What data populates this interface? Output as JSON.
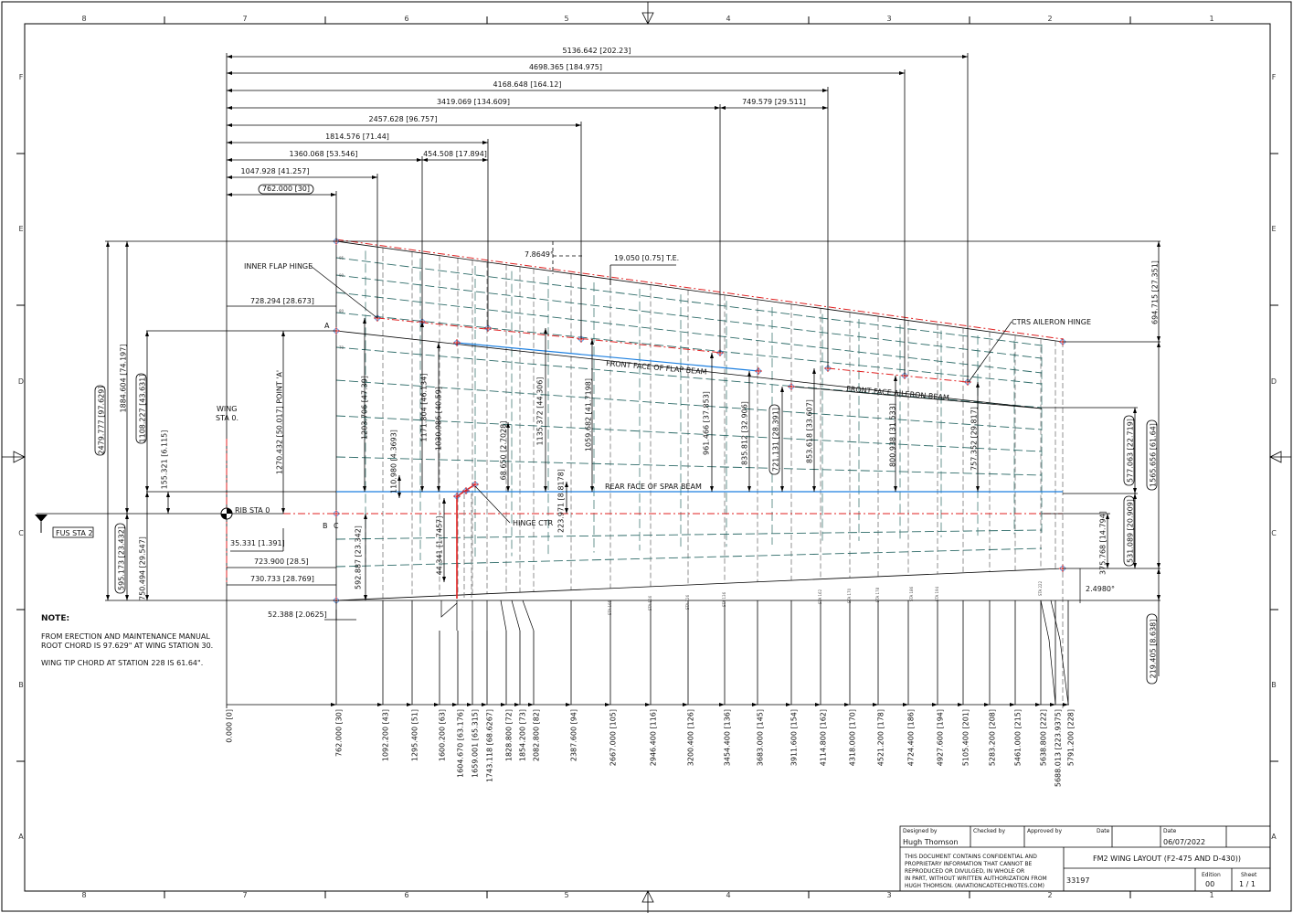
{
  "zones": {
    "columns": [
      "8",
      "7",
      "6",
      "5",
      "4",
      "3",
      "2",
      "1"
    ],
    "rows": [
      "F",
      "E",
      "D",
      "C",
      "B",
      "A"
    ]
  },
  "top_dimensions": [
    "5136.642 [202.23]",
    "4698.365 [184.975]",
    "4168.648 [164.12]",
    "3419.069 [134.609]",
    "749.579 [29.511]",
    "2457.628 [96.757]",
    "1814.576 [71.44]",
    "1360.068 [53.546]",
    "454.508 [17.894]",
    "1047.928 [41.257]",
    "762.000 [30]"
  ],
  "station_dimensions": [
    "0.000 [0]",
    "762.000 [30]",
    "1092.200 [43]",
    "1295.400 [51]",
    "1600.200 [63]",
    "1604.670 [63.176]",
    "1659.001 [65.315]",
    "1743.118 [68.6267]",
    "1828.800 [72]",
    "1854.200 [73]",
    "2082.800 [82]",
    "2387.600 [94]",
    "2667.000 [105]",
    "2946.400 [116]",
    "3200.400 [126]",
    "3454.400 [136]",
    "3683.000 [145]",
    "3911.600 [154]",
    "4114.800 [162]",
    "4318.000 [170]",
    "4521.200 [178]",
    "4724.400 [186]",
    "4927.600 [194]",
    "5105.400 [201]",
    "5283.200 [208]",
    "5461.000 [215]",
    "5638.800 [222]",
    "5688.013 [223.9375]",
    "5791.200 [228]"
  ],
  "vertical_dimensions": [
    "2479.777 [97.629]",
    "1884.604 [74.197]",
    "1108.227 [43.631]",
    "155.321 [6.115]",
    "595.173 [23.432]",
    "750.494 [29.547]",
    "1270.432 [50.017] POINT 'A'",
    "592.887 [23.342]",
    "1203.706 [47.39]",
    "110.980 [4.3693]",
    "1171.804 [46.134]",
    "1030.986 [40.59]",
    "44.341 [1.7457]",
    "68.650 [2.7028]",
    "1135.372 [44.306]",
    "223.971 [8.8178]",
    "1059.682 [41.7198]",
    "961.466 [37.853]",
    "835.812 [32.906]",
    "721.131 [28.391]",
    "853.618 [33.607]",
    "800.938 [31.533]",
    "757.352 [29.817]",
    "694.715 [27.351]",
    "1565.656 [61.64]",
    "219.405 [8.638]",
    "577.063 [22.719]",
    "531.089 [20.909]",
    "375.768 [14.794]"
  ],
  "annotations": {
    "inner_flap_hinge": "INNER FLAP HINGE",
    "front_face_flap_beam": "FRONT FACE OF FLAP BEAM",
    "front_face_aileron_beam": "FRONT FACE   AILERON BEAM",
    "rear_face_spar_beam": "REAR FACE OF SPAR BEAM",
    "hinge_ctr": "HINGE CTR",
    "ctrs_aileron_hinge": "CTRS AILERON HINGE",
    "le_angle": "7.8649°",
    "te_dim": "19.050 [0.75] T.E.",
    "dim_728": "728.294 [28.673]",
    "wing_sta_line1": "WING",
    "wing_sta_line2": "STA 0.",
    "rib_sta_0": "RIB STA 0",
    "fus_sta_2": "FUS STA 2",
    "dim_35": "35.331 [1.391]",
    "dim_723": "723.900 [28.5]",
    "dim_730": "730.733 [28.769]",
    "dim_52": "52.388 [2.0625]",
    "tip_angle": "2.4980°",
    "point_a": "A",
    "point_b": "B",
    "point_c": "C"
  },
  "chord_labels": [
    "95",
    "90",
    "80",
    "70"
  ],
  "station_tags": [
    "STA 105",
    "STA 116",
    "STA 126",
    "STA 136",
    "STA 162",
    "STA 170",
    "STA 178",
    "STA 186",
    "STA 194",
    "STA 222"
  ],
  "note": {
    "heading": "NOTE:",
    "lines": [
      "FROM ERECTION AND MAINTENANCE MANUAL",
      "ROOT CHORD IS 97.629\" AT WING STATION 30.",
      "WING TIP CHORD AT STATION 228 IS 61.64\"."
    ]
  },
  "title_block": {
    "designed_by_label": "Designed by",
    "designed_by": "Hugh Thomson",
    "checked_by_label": "Checked by",
    "approved_by_label": "Approved by",
    "date_label_1": "Date",
    "date_label_2": "Date",
    "date": "06/07/2022",
    "confidentiality": [
      "THIS DOCUMENT CONTAINS CONFIDENTIAL AND",
      "PROPRIETARY INFORMATION THAT CANNOT BE",
      "REPRODUCED OR DIVULGED, IN WHOLE OR",
      "IN PART, WITHOUT WRITTEN AUTHORIZATION FROM",
      "HUGH THOMSON. (AVIATIONCADTECHNOTES.COM)"
    ],
    "title": "FM2 WING LAYOUT (F2-475 AND D-430))",
    "drawing_number": "33197",
    "edition_label": "Edition",
    "edition": "00",
    "sheet_label": "Sheet",
    "sheet": "1 / 1"
  }
}
